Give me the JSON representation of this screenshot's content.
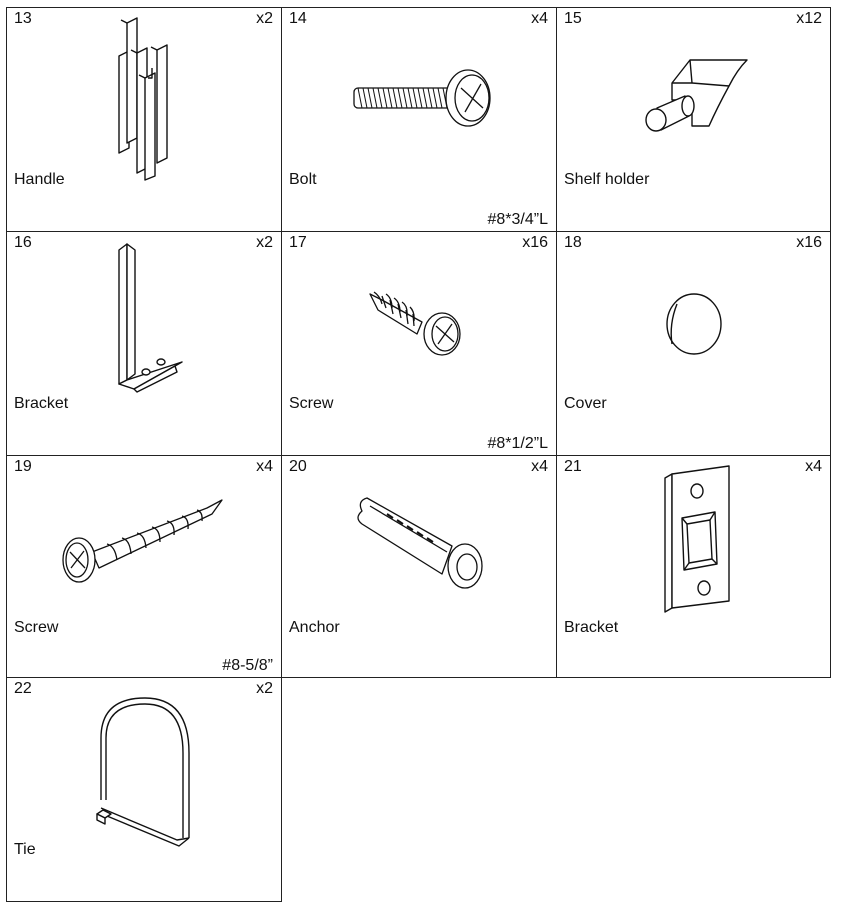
{
  "parts": [
    {
      "number": "13",
      "quantity": "x2",
      "name": "Handle",
      "spec": "",
      "icon": "handle-icon"
    },
    {
      "number": "14",
      "quantity": "x4",
      "name": "Bolt",
      "spec": "#8*3/4”L",
      "icon": "bolt-icon"
    },
    {
      "number": "15",
      "quantity": "x12",
      "name": "Shelf holder",
      "spec": "",
      "icon": "shelf-holder-icon"
    },
    {
      "number": "16",
      "quantity": "x2",
      "name": "Bracket",
      "spec": "",
      "icon": "l-bracket-icon"
    },
    {
      "number": "17",
      "quantity": "x16",
      "name": "Screw",
      "spec": "#8*1/2”L",
      "icon": "pan-head-screw-icon"
    },
    {
      "number": "18",
      "quantity": "x16",
      "name": "Cover",
      "spec": "",
      "icon": "cover-cap-icon"
    },
    {
      "number": "19",
      "quantity": "x4",
      "name": "Screw",
      "spec": "#8-5/8”",
      "icon": "wood-screw-icon"
    },
    {
      "number": "20",
      "quantity": "x4",
      "name": "Anchor",
      "spec": "",
      "icon": "wall-anchor-icon"
    },
    {
      "number": "21",
      "quantity": "x4",
      "name": "Bracket",
      "spec": "",
      "icon": "mounting-bracket-icon"
    },
    {
      "number": "22",
      "quantity": "x2",
      "name": "Tie",
      "spec": "",
      "icon": "cable-tie-icon"
    }
  ]
}
